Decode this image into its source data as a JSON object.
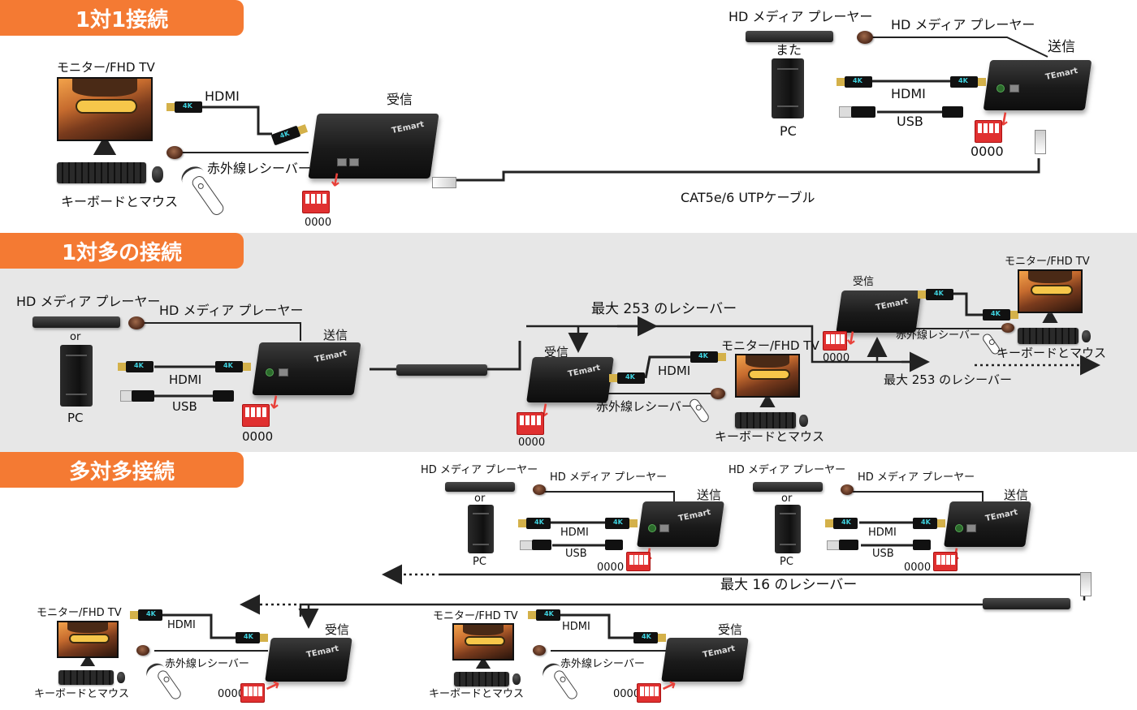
{
  "sections": {
    "one_to_one": {
      "tab": "1対1接続",
      "monitor_label": "モニター/FHD TV",
      "hdmi_label": "HDMI",
      "rx_label": "受信",
      "ir_label": "赤外線レシーバー",
      "kbd_label": "キーボードとマウス",
      "dip_code": "0000",
      "cable_label": "CAT5e/6 UTPケーブル",
      "player_label": "HD メディア プレーヤー",
      "or_label": "また",
      "pc_label": "PC",
      "player_label_2": "HD メディア プレーヤー",
      "tx_label": "送信",
      "hdmi_label_2": "HDMI",
      "usb_label": "USB",
      "dip_code_2": "0000"
    },
    "one_to_many": {
      "tab": "1対多の接続",
      "player_label": "HD メディア プレーヤー",
      "or_label": "or",
      "pc_label": "PC",
      "player_label_2": "HD メディア プレーヤー",
      "tx_label": "送信",
      "hdmi_label": "HDMI",
      "usb_label": "USB",
      "dip_code": "0000",
      "max_top": "最大 253 のレシーバー",
      "rx_label": "受信",
      "hdmi_label_2": "HDMI",
      "monitor_label": "モニター/FHD TV",
      "ir_label": "赤外線レシーバー",
      "dip_code_2": "0000",
      "kbd_label": "キーボードとマウス",
      "rx_label_2": "受信",
      "monitor_label_2": "モニター/FHD TV",
      "ir_label_2": "赤外線レシーバー",
      "dip_code_3": "0000",
      "kbd_label_2": "キーボードとマウス",
      "max_bottom": "最大 253 のレシーバー"
    },
    "many_to_many": {
      "tab": "多対多接続",
      "player_a": "HD メディア プレーヤー",
      "or_a": "or",
      "pc_a": "PC",
      "player_a2": "HD メディア プレーヤー",
      "tx_a": "送信",
      "hdmi_a": "HDMI",
      "usb_a": "USB",
      "dip_a": "0000",
      "player_b": "HD メディア プレーヤー",
      "or_b": "or",
      "pc_b": "PC",
      "player_b2": "HD メディア プレーヤー",
      "tx_b": "送信",
      "hdmi_b": "HDMI",
      "usb_b": "USB",
      "dip_b": "0000",
      "max_label": "最大 16 のレシーバー",
      "monitor_c": "モニター/FHD TV",
      "hdmi_c": "HDMI",
      "rx_c": "受信",
      "ir_c": "赤外線レシーバー",
      "kbd_c": "キーボードとマウス",
      "dip_c": "0000",
      "monitor_d": "モニター/FHD TV",
      "hdmi_d": "HDMI",
      "rx_d": "受信",
      "ir_d": "赤外線レシーバー",
      "kbd_d": "キーボードとマウス",
      "dip_d": "0000"
    }
  },
  "device_brand": "TEmart",
  "hdmi_plug_text": "4K",
  "colors": {
    "accent": "#f47a33",
    "panel_bg": "#e7e7e7",
    "arrow_red": "#e8413a"
  }
}
